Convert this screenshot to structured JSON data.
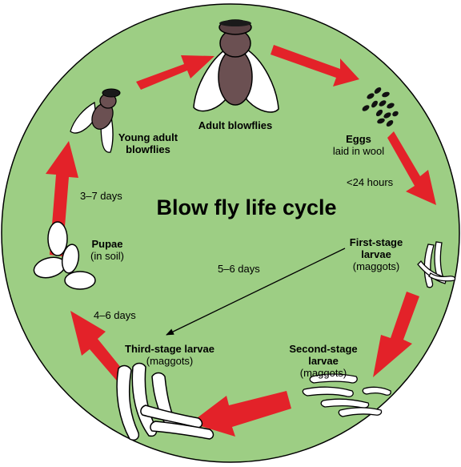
{
  "title": "Blow fly life cycle",
  "colors": {
    "background_circle": "#9dce84",
    "circle_stroke": "#000000",
    "arrow": "#e32229",
    "fly_body": "#6b5052",
    "fly_head": "#5a4244",
    "eggs": "#111111",
    "larvae": "#ffffff"
  },
  "stages": {
    "adult": {
      "name": "Adult blowflies",
      "icon": "adult-blowfly-icon"
    },
    "eggs": {
      "name": "Eggs",
      "note": "laid in wool",
      "icon": "eggs-icon"
    },
    "first": {
      "name_line1": "First-stage",
      "name_line2": "larvae",
      "note": "(maggots)",
      "icon": "larvae-icon"
    },
    "second": {
      "name_line1": "Second-stage",
      "name_line2": "larvae",
      "note": "(maggots)",
      "icon": "larvae-icon"
    },
    "third": {
      "name": "Third-stage larvae",
      "note": "(maggots)",
      "icon": "larvae-icon"
    },
    "pupae": {
      "name": "Pupae",
      "note": "(in soil)",
      "icon": "pupae-icon"
    },
    "young": {
      "name_line1": "Young adult",
      "name_line2": "blowflies",
      "icon": "young-blowfly-icon"
    }
  },
  "durations": {
    "eggs_to_first": "<24 hours",
    "first_to_third": "5–6 days",
    "third_to_pupae": "4–6 days",
    "pupae_to_young": "3–7 days"
  }
}
